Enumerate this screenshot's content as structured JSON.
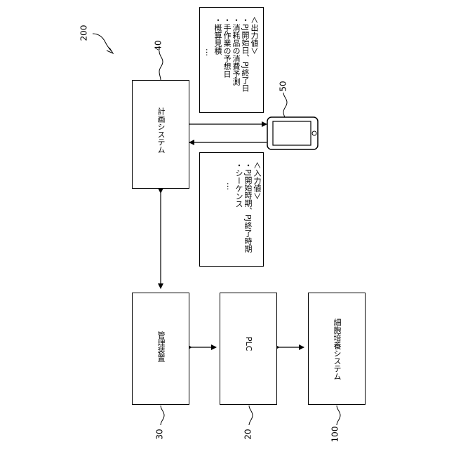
{
  "figure": {
    "ref": "200"
  },
  "nodes": {
    "planning": {
      "label": "計画システム",
      "ref": "40"
    },
    "management": {
      "label": "管理装置",
      "ref": "30"
    },
    "plc": {
      "label": "PLC",
      "ref": "20"
    },
    "culture": {
      "label": "細胞培養システム",
      "ref": "100"
    },
    "terminal": {
      "ref": "50"
    }
  },
  "output_note": {
    "heading": "＜出力値＞",
    "lines": [
      "・PJ開始日、PJ終了日",
      "・消耗品の消費予測",
      "・手作業の予想日",
      "・概算見積"
    ],
    "ellipsis": "…"
  },
  "input_note": {
    "heading": "＜入力値＞",
    "lines": [
      "・PJ開始時期、PJ終了時期",
      "・シーケンス"
    ],
    "ellipsis": "…"
  }
}
